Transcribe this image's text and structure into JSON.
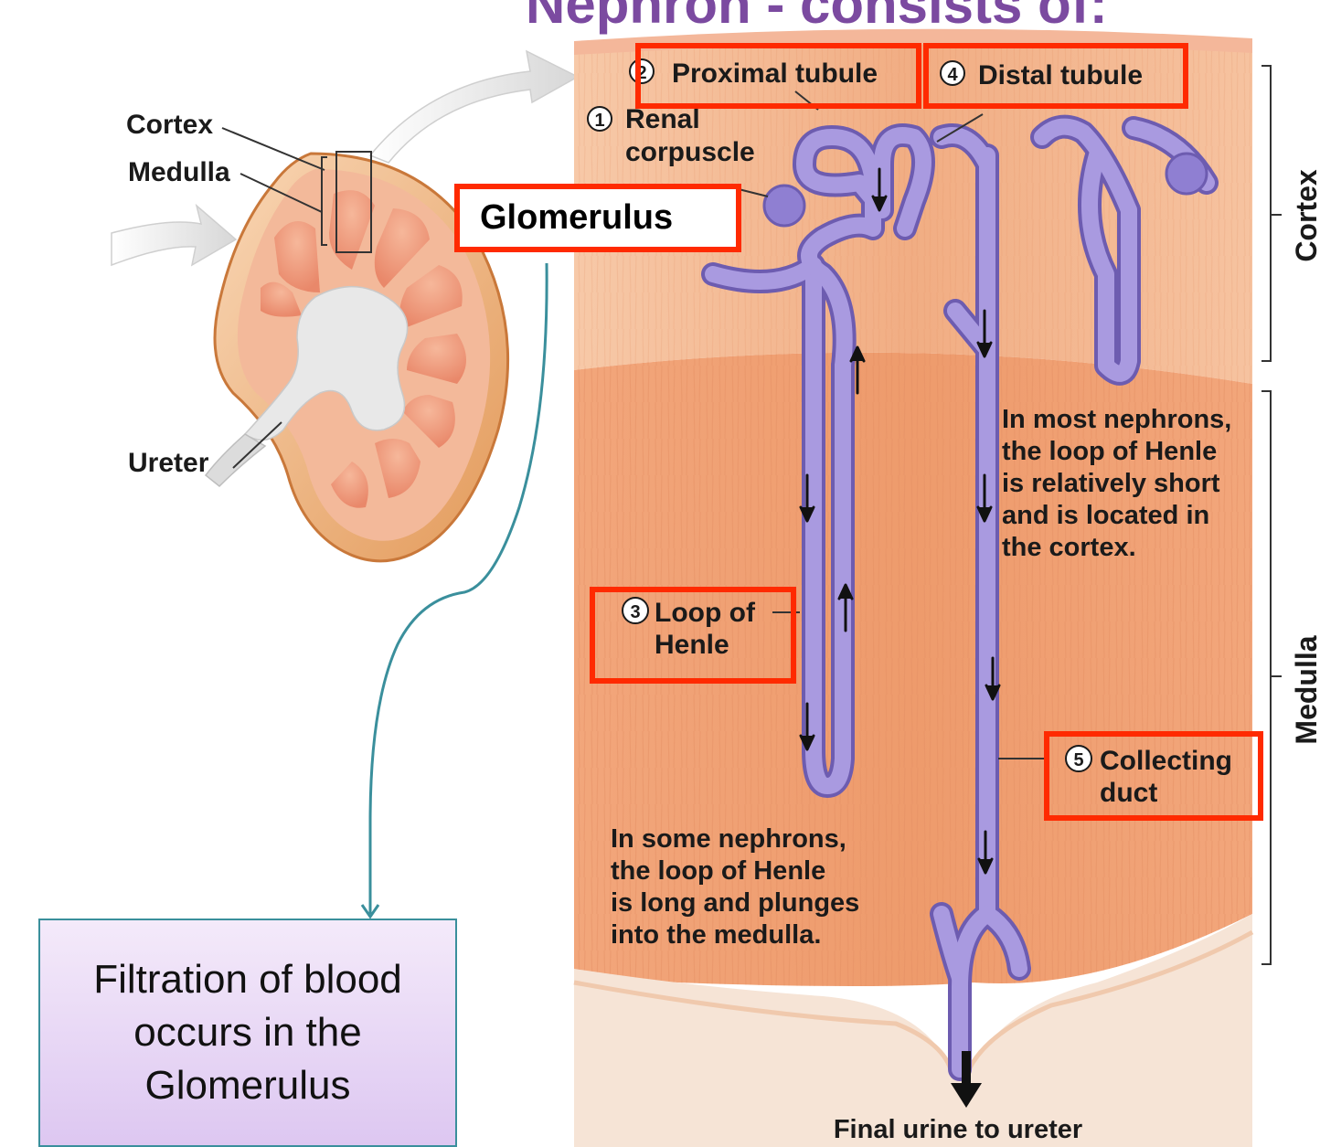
{
  "title_fragment": "Nephron - consists of:",
  "kidney": {
    "cortex": "Cortex",
    "medulla": "Medulla",
    "ureter": "Ureter"
  },
  "nephron": {
    "proximal_tubule": {
      "number": "2",
      "text": "Proximal tubule"
    },
    "distal_tubule": {
      "number": "4",
      "text": "Distal tubule"
    },
    "renal_corpuscle": {
      "number": "1",
      "line1": "Renal",
      "line2": "corpuscle"
    },
    "glomerulus": "Glomerulus",
    "loop_of_henle": {
      "number": "3",
      "line1": "Loop of",
      "line2": "Henle"
    },
    "collecting_duct": {
      "number": "5",
      "line1": "Collecting",
      "line2": "duct"
    },
    "note_short": {
      "l1": "In most nephrons,",
      "l2": "the loop of Henle",
      "l3": "is relatively short",
      "l4": "and is located in",
      "l5": "the cortex."
    },
    "note_long": {
      "l1": "In some nephrons,",
      "l2": "the loop of Henle",
      "l3": "is long and plunges",
      "l4": "into the medulla."
    },
    "final_urine": "Final urine to ureter"
  },
  "region_labels": {
    "cortex": "Cortex",
    "medulla": "Medulla"
  },
  "callout_text": "Filtration of blood occurs in the Glomerulus",
  "colors": {
    "highlight_box": "#ff2a00",
    "tubule": "#9b8ad6",
    "tissue": "#f2b48e",
    "callout_border": "#3a8f9c",
    "title": "#7b4aa0"
  }
}
